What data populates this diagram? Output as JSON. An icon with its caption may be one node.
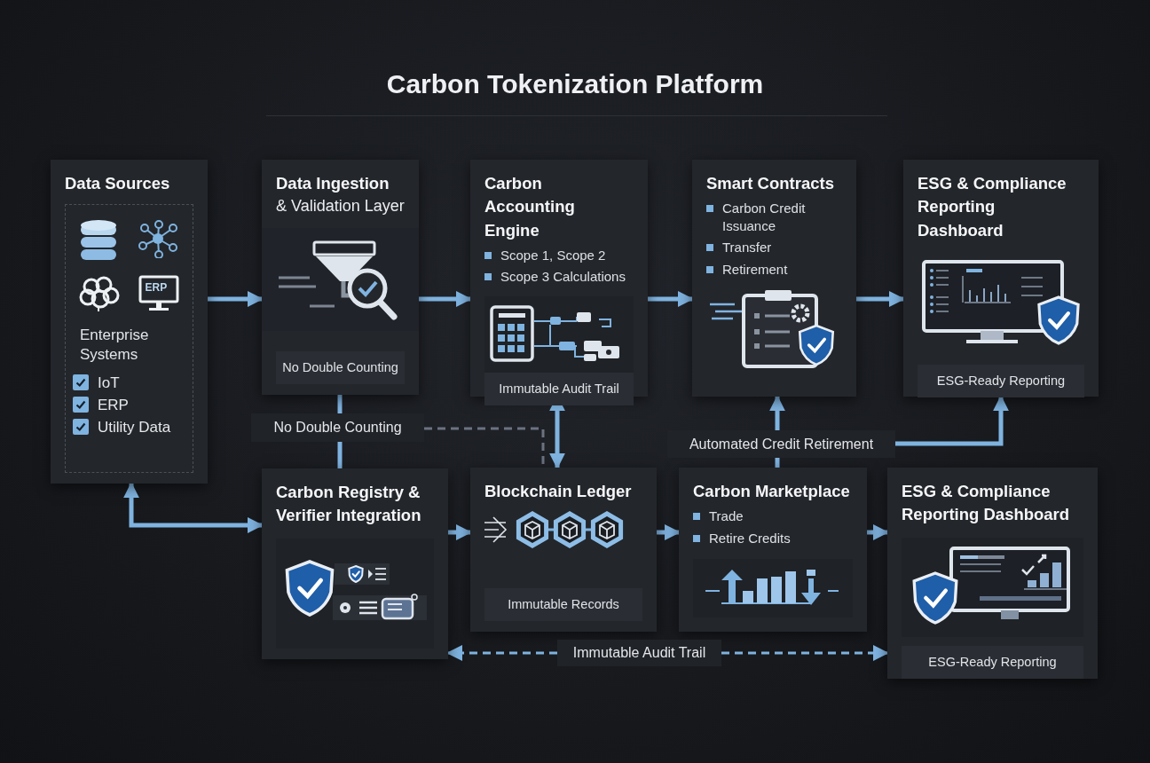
{
  "diagram": {
    "title": "Carbon Tokenization Platform",
    "nodes": [
      {
        "text": [
          "Data Sources",
          "Enterprise Systems",
          "IoT",
          "ERP",
          "Utility Data"
        ]
      },
      {
        "text": [
          "Data Ingestion",
          "& Validation Layer",
          "No Double Counting"
        ]
      },
      {
        "text": [
          "Carbon Accounting Engine",
          "Scope 1, Scope 2",
          "Scope 3 Calculations",
          "Immutable Audit Trail"
        ]
      },
      {
        "text": [
          "Smart Contracts",
          "Carbon Credit Issuance",
          "Transfer",
          "Retirement"
        ]
      },
      {
        "text": [
          "ESG & Compliance Reporting Dashboard",
          "ESG-Ready Reporting"
        ]
      },
      {
        "text": [
          "No Double Counting"
        ]
      },
      {
        "text": [
          "Carbon Registry & Verifier Integration"
        ]
      },
      {
        "text": [
          "Blockchain Ledger",
          "Immutable Records"
        ]
      },
      {
        "text": [
          "Carbon Marketplace",
          "Trade",
          "Retire Credits"
        ]
      },
      {
        "text": [
          "ESG & Compliance Reporting Dashboard",
          "ESG-Ready Reporting"
        ]
      },
      {
        "text": [
          "Automated Credit Retirement"
        ]
      },
      {
        "text": [
          "Immutable Audit Trail"
        ]
      }
    ],
    "edges": [
      {
        "from": 0,
        "to": 1,
        "arrow": "to"
      },
      {
        "from": 1,
        "to": 2,
        "arrow": "to"
      },
      {
        "from": 2,
        "to": 3,
        "arrow": "to"
      },
      {
        "from": 3,
        "to": 4,
        "arrow": "to"
      },
      {
        "from": 0,
        "to": 6,
        "arrow": "both"
      },
      {
        "from": 1,
        "to": 5,
        "arrow": "none"
      },
      {
        "from": 5,
        "to": 6,
        "arrow": "none"
      },
      {
        "from": 5,
        "to": 7,
        "arrow": "none",
        "style": "dashed",
        "color": "#6b7280"
      },
      {
        "from": 2,
        "to": 7,
        "arrow": "both"
      },
      {
        "from": 6,
        "to": 7,
        "arrow": "to"
      },
      {
        "from": 7,
        "to": 8,
        "arrow": "to"
      },
      {
        "from": 8,
        "to": 9,
        "arrow": "to"
      },
      {
        "from": 8,
        "to": 10,
        "arrow": "none"
      },
      {
        "from": 10,
        "to": 3,
        "arrow": "to"
      },
      {
        "from": 10,
        "to": 4,
        "arrow": "to"
      },
      {
        "from": 11,
        "to": 6,
        "arrow": "to",
        "style": "dashed"
      },
      {
        "from": 11,
        "to": 9,
        "arrow": "to",
        "style": "dashed"
      }
    ],
    "labels": [
      "ERP"
    ]
  }
}
